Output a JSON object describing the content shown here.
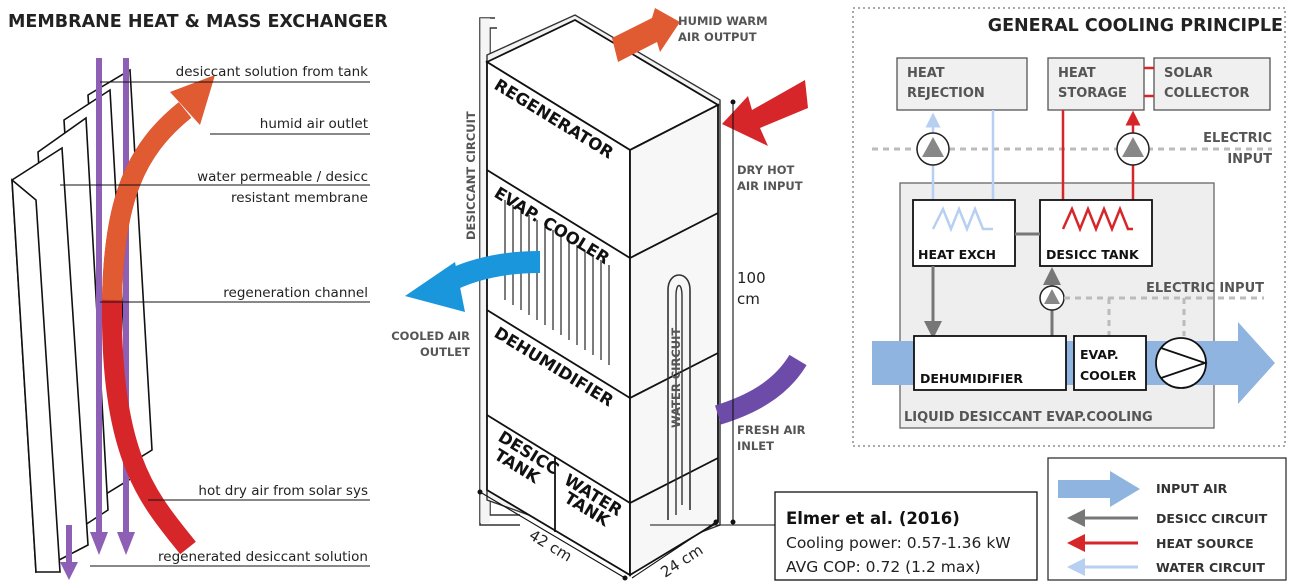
{
  "left_panel": {
    "title": "MEMBRANE HEAT & MASS EXCHANGER",
    "labels": [
      "desiccant solution from tank",
      "humid air outlet",
      "water permeable / desicc",
      "resistant membrane",
      "regeneration channel",
      "hot dry air from solar sys",
      "regenerated desiccant solution"
    ]
  },
  "middle_panel": {
    "sections": [
      "REGENERATOR",
      "EVAP. COOLER",
      "DEHUMIDIFIER"
    ],
    "tanks": {
      "desicc": [
        "DESICC",
        "TANK"
      ],
      "water": [
        "WATER",
        "TANK"
      ]
    },
    "circuits": {
      "desiccant": "DESICCANT CIRCUIT",
      "water": "WATER CIRCUIT"
    },
    "flows": {
      "humid_warm": [
        "HUMID WARM",
        "AIR OUTPUT"
      ],
      "dry_hot": [
        "DRY HOT",
        "AIR INPUT"
      ],
      "cooled": [
        "COOLED AIR",
        "OUTLET"
      ],
      "fresh": [
        "FRESH AIR",
        "INLET"
      ]
    },
    "dimensions": {
      "height_value": "100",
      "height_unit": "cm",
      "width": "42 cm",
      "depth": "24 cm"
    },
    "reference": {
      "author": "Elmer et al. (2016)",
      "cooling_power": "Cooling power: 0.57-1.36 kW",
      "cop": "AVG COP: 0.72 (1.2 max)"
    }
  },
  "right_panel": {
    "title": "GENERAL COOLING PRINCIPLE",
    "heat_rejection": [
      "HEAT",
      "REJECTION"
    ],
    "heat_storage": [
      "HEAT",
      "STORAGE"
    ],
    "solar_collector": [
      "SOLAR",
      "COLLECTOR"
    ],
    "electric_input_top": [
      "ELECTRIC",
      "INPUT"
    ],
    "electric_input_mid": "ELECTRIC INPUT",
    "heat_exch": "HEAT EXCH",
    "desicc_tank": "DESICC TANK",
    "dehumidifier": "DEHUMIDIFIER",
    "evap_cooler": [
      "EVAP.",
      "COOLER"
    ],
    "system_label": "LIQUID DESICCANT EVAP.COOLING"
  },
  "legend": {
    "items": [
      {
        "label": "INPUT AIR",
        "color": "#8fb4e0"
      },
      {
        "label": "DESICC CIRCUIT",
        "color": "#777777"
      },
      {
        "label": "HEAT SOURCE",
        "color": "#d6262a"
      },
      {
        "label": "WATER CIRCUIT",
        "color": "#b7cff0"
      }
    ]
  },
  "colors": {
    "desiccant_flow": "#8d5fb5",
    "hot_air": "#d6262a",
    "humid_air": "#e05a32",
    "cooled_air": "#1996dc",
    "fresh_air": "#6d4ba8",
    "input_air": "#8fb4e0"
  }
}
